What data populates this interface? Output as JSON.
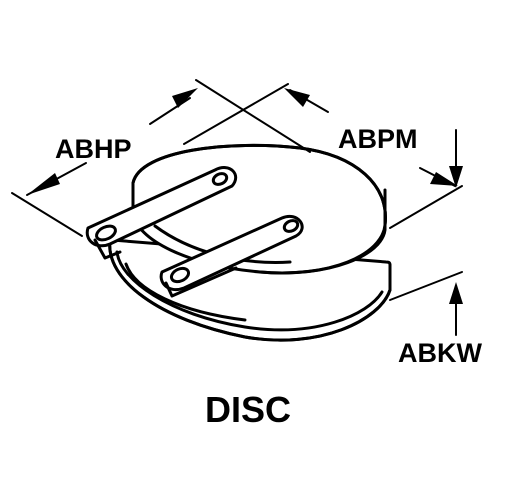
{
  "diagram": {
    "dimension_labels": {
      "overall_diameter": "ABHP",
      "body_diameter": "ABPM",
      "height": "ABKW"
    },
    "caption": "DISC"
  }
}
